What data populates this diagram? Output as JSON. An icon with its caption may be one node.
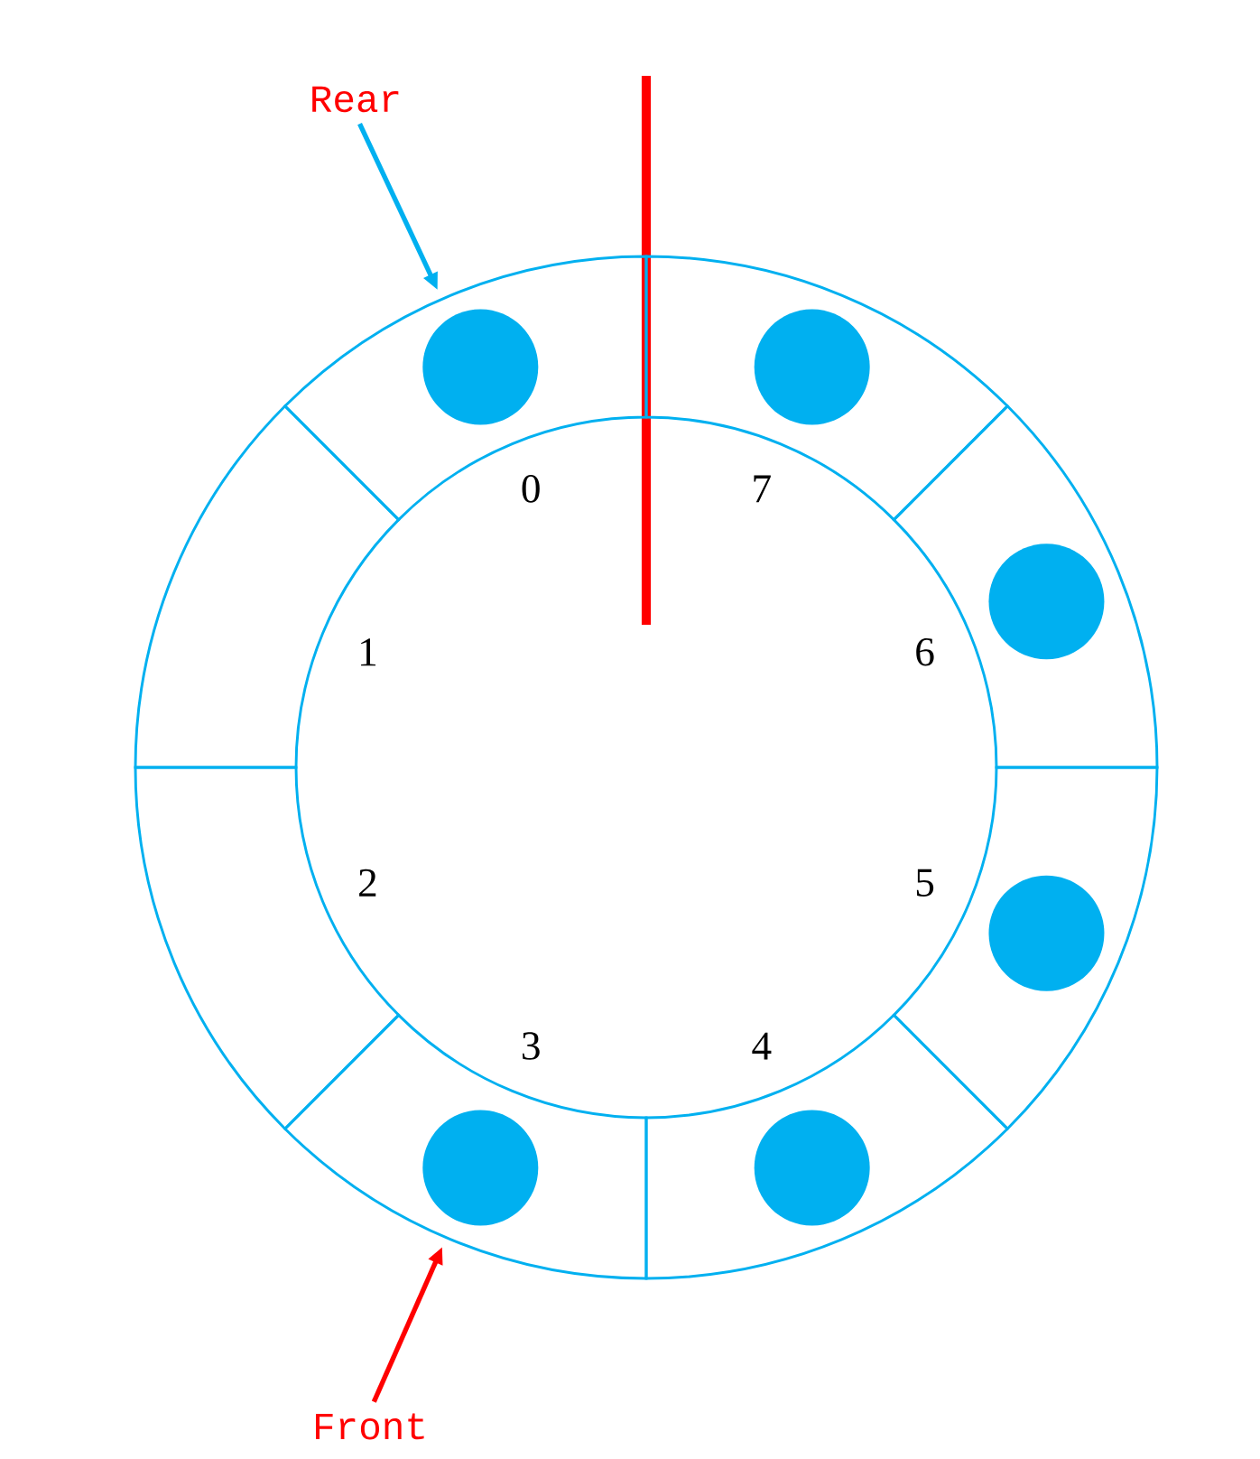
{
  "diagram": {
    "nodes": [
      {
        "text": [
          "Rear"
        ]
      },
      {
        "text": [
          "Front"
        ]
      },
      {
        "text": [
          "0"
        ]
      },
      {
        "text": [],
        "shape": "circle",
        "in": 2
      },
      {
        "text": [
          "1"
        ]
      },
      {
        "text": [
          "2"
        ]
      },
      {
        "text": [
          "3"
        ]
      },
      {
        "text": [],
        "shape": "circle",
        "in": 6
      },
      {
        "text": [
          "4"
        ]
      },
      {
        "text": [],
        "shape": "circle",
        "in": 8
      },
      {
        "text": [
          "5"
        ]
      },
      {
        "text": [],
        "shape": "circle",
        "in": 10
      },
      {
        "text": [
          "6"
        ]
      },
      {
        "text": [],
        "shape": "circle",
        "in": 12
      },
      {
        "text": [
          "7"
        ]
      },
      {
        "text": [],
        "shape": "circle",
        "in": 14
      }
    ],
    "edges": [
      {
        "from": 0,
        "to": 2,
        "arrow": "to",
        "color": "#00b0f0"
      },
      {
        "from": 1,
        "to": 6,
        "arrow": "to",
        "color": "#ff0000"
      }
    ]
  }
}
